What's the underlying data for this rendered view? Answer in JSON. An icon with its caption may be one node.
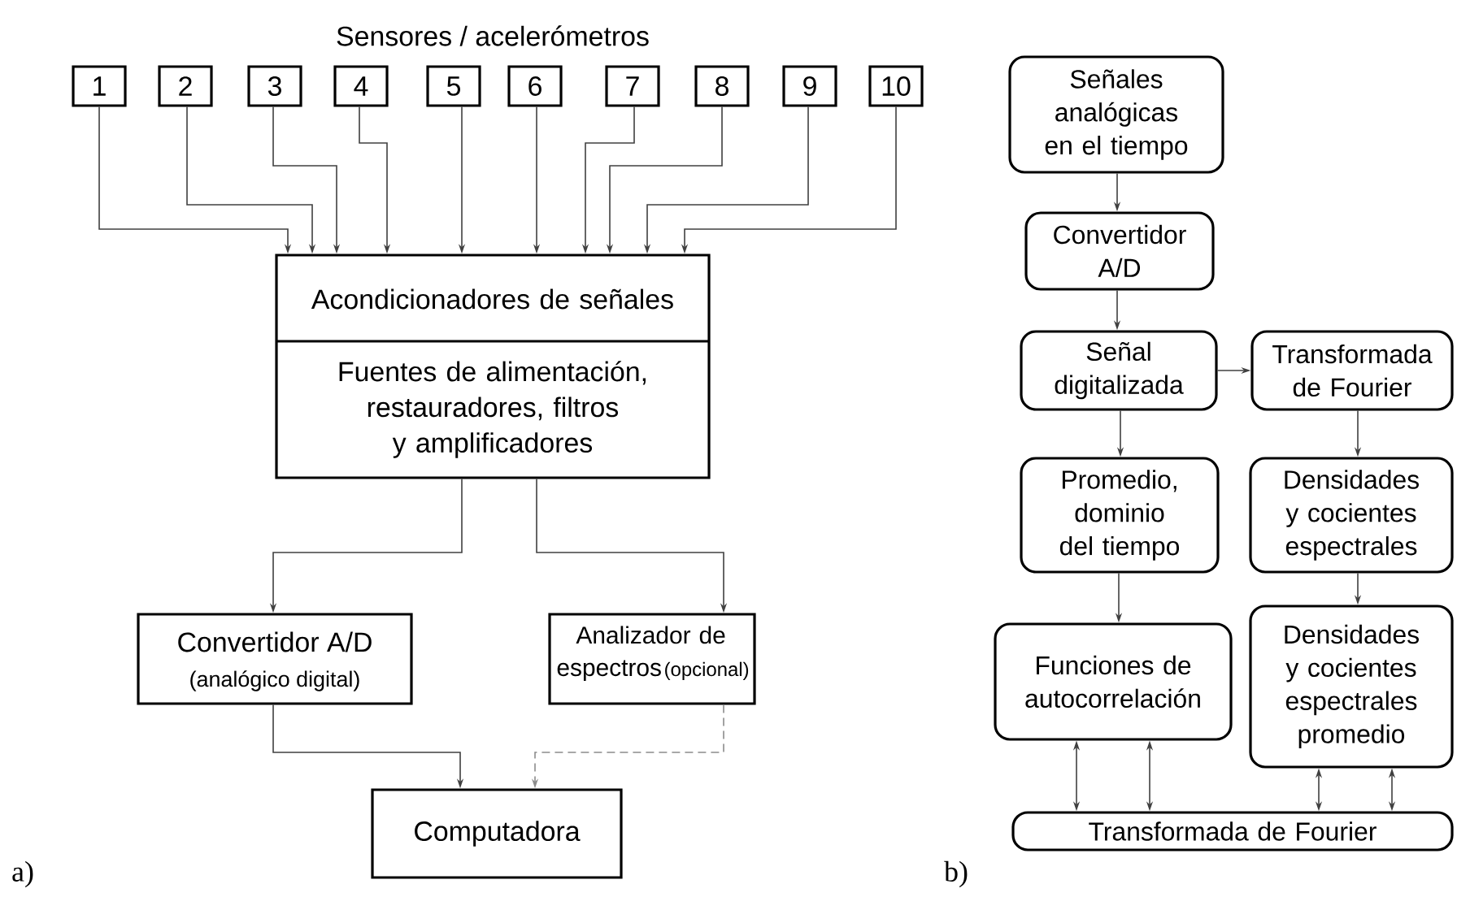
{
  "diagram": {
    "nodes": [
      {
        "text": [
          "1"
        ]
      },
      {
        "text": [
          "2"
        ]
      },
      {
        "text": [
          "3"
        ]
      },
      {
        "text": [
          "4"
        ]
      },
      {
        "text": [
          "5"
        ]
      },
      {
        "text": [
          "6"
        ]
      },
      {
        "text": [
          "7"
        ]
      },
      {
        "text": [
          "8"
        ]
      },
      {
        "text": [
          "9"
        ]
      },
      {
        "text": [
          "10"
        ]
      },
      {
        "text": [
          "Acondicionadores de señales",
          "Fuentes de alimentación, restauradores, filtros y amplificadores"
        ]
      },
      {
        "text": [
          "Convertidor A/D",
          "(analógico digital)"
        ]
      },
      {
        "text": [
          "Analizador de espectros",
          "(opcional)"
        ]
      },
      {
        "text": [
          "Computadora"
        ]
      },
      {
        "text": [
          "Señales analógicas en el tiempo"
        ]
      },
      {
        "text": [
          "Convertidor A/D"
        ]
      },
      {
        "text": [
          "Señal digitalizada"
        ]
      },
      {
        "text": [
          "Transformada de Fourier"
        ]
      },
      {
        "text": [
          "Promedio, dominio del tiempo"
        ]
      },
      {
        "text": [
          "Densidades y cocientes espectrales"
        ]
      },
      {
        "text": [
          "Funciones de autocorrelación"
        ]
      },
      {
        "text": [
          "Densidades y cocientes espectrales promedio"
        ]
      },
      {
        "text": [
          "Transformada de Fourier"
        ]
      }
    ],
    "edges": [
      {
        "from": 0,
        "to": 10,
        "arrow": "to"
      },
      {
        "from": 1,
        "to": 10,
        "arrow": "to"
      },
      {
        "from": 2,
        "to": 10,
        "arrow": "to"
      },
      {
        "from": 3,
        "to": 10,
        "arrow": "to"
      },
      {
        "from": 4,
        "to": 10,
        "arrow": "to"
      },
      {
        "from": 5,
        "to": 10,
        "arrow": "to"
      },
      {
        "from": 6,
        "to": 10,
        "arrow": "to"
      },
      {
        "from": 7,
        "to": 10,
        "arrow": "to"
      },
      {
        "from": 8,
        "to": 10,
        "arrow": "to"
      },
      {
        "from": 9,
        "to": 10,
        "arrow": "to"
      },
      {
        "from": 10,
        "to": 11,
        "arrow": "to"
      },
      {
        "from": 10,
        "to": 12,
        "arrow": "to"
      },
      {
        "from": 11,
        "to": 13,
        "arrow": "to"
      },
      {
        "from": 12,
        "to": 13,
        "arrow": "to",
        "style": "dashed",
        "color": "#8c8c8c"
      },
      {
        "from": 14,
        "to": 15,
        "arrow": "to"
      },
      {
        "from": 15,
        "to": 16,
        "arrow": "to"
      },
      {
        "from": 16,
        "to": 17,
        "arrow": "to"
      },
      {
        "from": 16,
        "to": 18,
        "arrow": "to"
      },
      {
        "from": 17,
        "to": 19,
        "arrow": "to"
      },
      {
        "from": 18,
        "to": 20,
        "arrow": "to"
      },
      {
        "from": 19,
        "to": 21,
        "arrow": "to"
      },
      {
        "from": 20,
        "to": 22,
        "arrow": "both"
      },
      {
        "from": 20,
        "to": 22,
        "arrow": "both"
      },
      {
        "from": 21,
        "to": 22,
        "arrow": "both"
      },
      {
        "from": 21,
        "to": 22,
        "arrow": "both"
      }
    ],
    "labels": [
      "Sensores / acelerómetros",
      "a)",
      "b)"
    ]
  }
}
